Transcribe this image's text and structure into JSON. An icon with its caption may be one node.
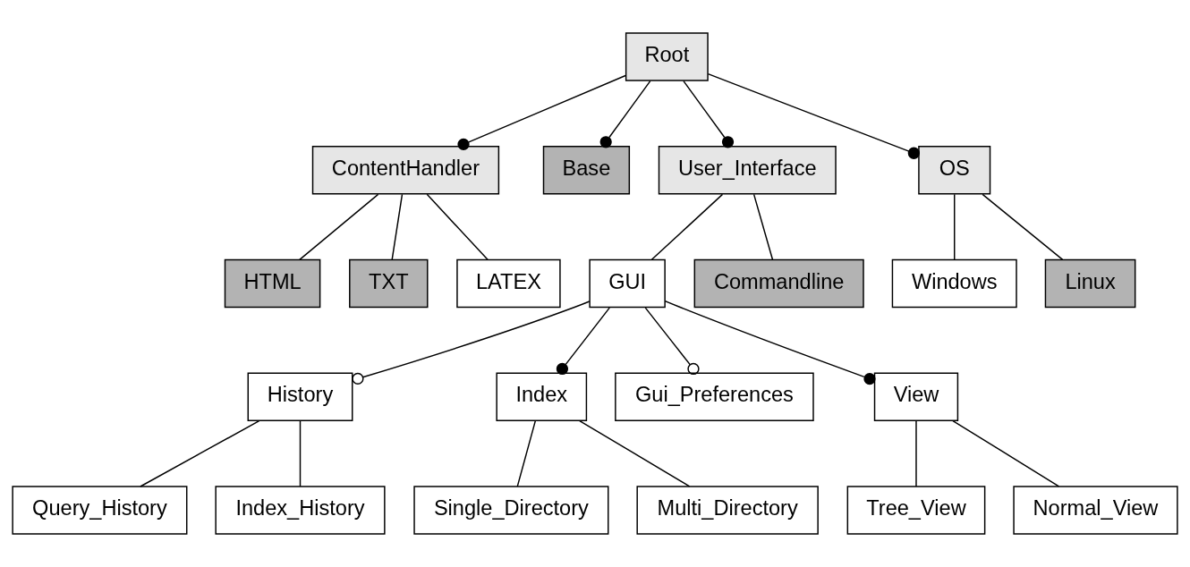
{
  "diagram": {
    "nodes": [
      {
        "text": [
          "Root"
        ]
      },
      {
        "text": [
          "ContentHandler"
        ]
      },
      {
        "text": [
          "Base"
        ]
      },
      {
        "text": [
          "User_Interface"
        ]
      },
      {
        "text": [
          "OS"
        ]
      },
      {
        "text": [
          "HTML"
        ]
      },
      {
        "text": [
          "TXT"
        ]
      },
      {
        "text": [
          "LATEX"
        ]
      },
      {
        "text": [
          "GUI"
        ]
      },
      {
        "text": [
          "Commandline"
        ]
      },
      {
        "text": [
          "Windows"
        ]
      },
      {
        "text": [
          "Linux"
        ]
      },
      {
        "text": [
          "History"
        ]
      },
      {
        "text": [
          "Index"
        ]
      },
      {
        "text": [
          "Gui_Preferences"
        ]
      },
      {
        "text": [
          "View"
        ]
      },
      {
        "text": [
          "Query_History"
        ]
      },
      {
        "text": [
          "Index_History"
        ]
      },
      {
        "text": [
          "Single_Directory"
        ]
      },
      {
        "text": [
          "Multi_Directory"
        ]
      },
      {
        "text": [
          "Tree_View"
        ]
      },
      {
        "text": [
          "Normal_View"
        ]
      }
    ],
    "edges": [
      {
        "from": 0,
        "to": 1,
        "arrow": "other"
      },
      {
        "from": 0,
        "to": 2,
        "arrow": "other"
      },
      {
        "from": 0,
        "to": 3,
        "arrow": "other"
      },
      {
        "from": 0,
        "to": 4,
        "arrow": "other"
      },
      {
        "from": 1,
        "to": 5,
        "arrow": "none"
      },
      {
        "from": 1,
        "to": 6,
        "arrow": "none"
      },
      {
        "from": 1,
        "to": 7,
        "arrow": "none"
      },
      {
        "from": 3,
        "to": 8,
        "arrow": "none"
      },
      {
        "from": 3,
        "to": 9,
        "arrow": "none"
      },
      {
        "from": 4,
        "to": 10,
        "arrow": "none"
      },
      {
        "from": 4,
        "to": 11,
        "arrow": "none"
      },
      {
        "from": 8,
        "to": 12,
        "arrow": "other"
      },
      {
        "from": 8,
        "to": 13,
        "arrow": "other"
      },
      {
        "from": 8,
        "to": 14,
        "arrow": "other"
      },
      {
        "from": 8,
        "to": 15,
        "arrow": "other"
      },
      {
        "from": 12,
        "to": 16,
        "arrow": "none"
      },
      {
        "from": 12,
        "to": 17,
        "arrow": "none"
      },
      {
        "from": 13,
        "to": 18,
        "arrow": "none"
      },
      {
        "from": 13,
        "to": 19,
        "arrow": "none"
      },
      {
        "from": 15,
        "to": 20,
        "arrow": "none"
      },
      {
        "from": 15,
        "to": 21,
        "arrow": "none"
      }
    ]
  }
}
